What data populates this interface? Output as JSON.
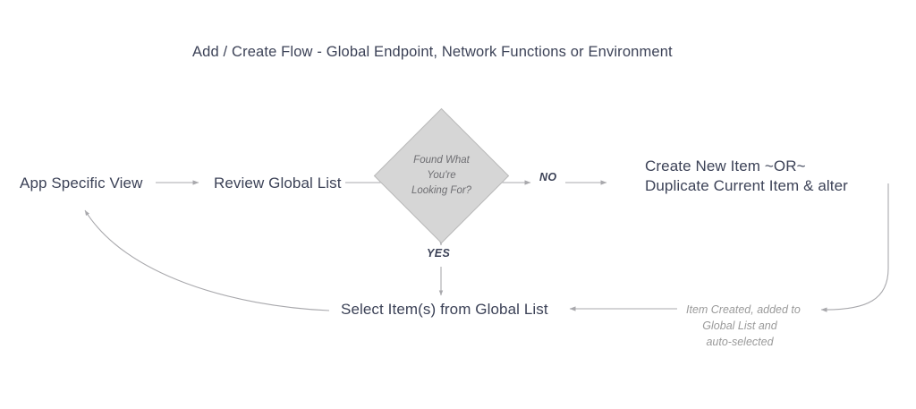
{
  "diagram": {
    "title": "Add / Create Flow - Global Endpoint, Network Functions or Environment",
    "colors": {
      "text": "#3c4257",
      "muted": "#9a9a9a",
      "decision_fill": "#d6d6d6",
      "decision_stroke": "#b9b9b9",
      "decision_text": "#6e6e72",
      "edge": "#a8a8ac",
      "background": "#ffffff"
    },
    "nodes": {
      "app_specific_view": {
        "label": "App Specific View",
        "shape": "text"
      },
      "review_global_list": {
        "label": "Review Global List",
        "shape": "text"
      },
      "decision": {
        "label": "Found What\nYou're\nLooking For?",
        "shape": "diamond"
      },
      "create_or_duplicate": {
        "label": "Create New Item ~OR~\nDuplicate Current Item & alter",
        "shape": "text"
      },
      "select_items": {
        "label": "Select Item(s) from Global List",
        "shape": "text"
      },
      "item_created_note": {
        "label": "Item Created, added to\nGlobal List and\nauto-selected",
        "shape": "annotation"
      }
    },
    "branch_labels": {
      "no": "NO",
      "yes": "YES"
    }
  }
}
